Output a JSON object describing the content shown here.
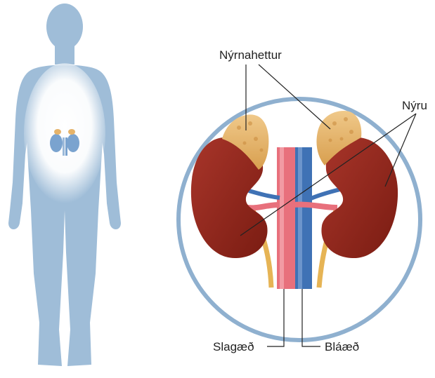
{
  "labels": {
    "adrenal_glands": "Nýrnahettur",
    "kidneys": "Nýru",
    "artery": "Slagæð",
    "vein": "Bláæð"
  },
  "colors": {
    "body_silhouette": "#9fbdd8",
    "circle_ring": "#8fb0cf",
    "kidney": "#8f2418",
    "adrenal": "#e5b36a",
    "artery": "#e8707c",
    "vein": "#3f72b5",
    "ureter": "#e6b455"
  }
}
